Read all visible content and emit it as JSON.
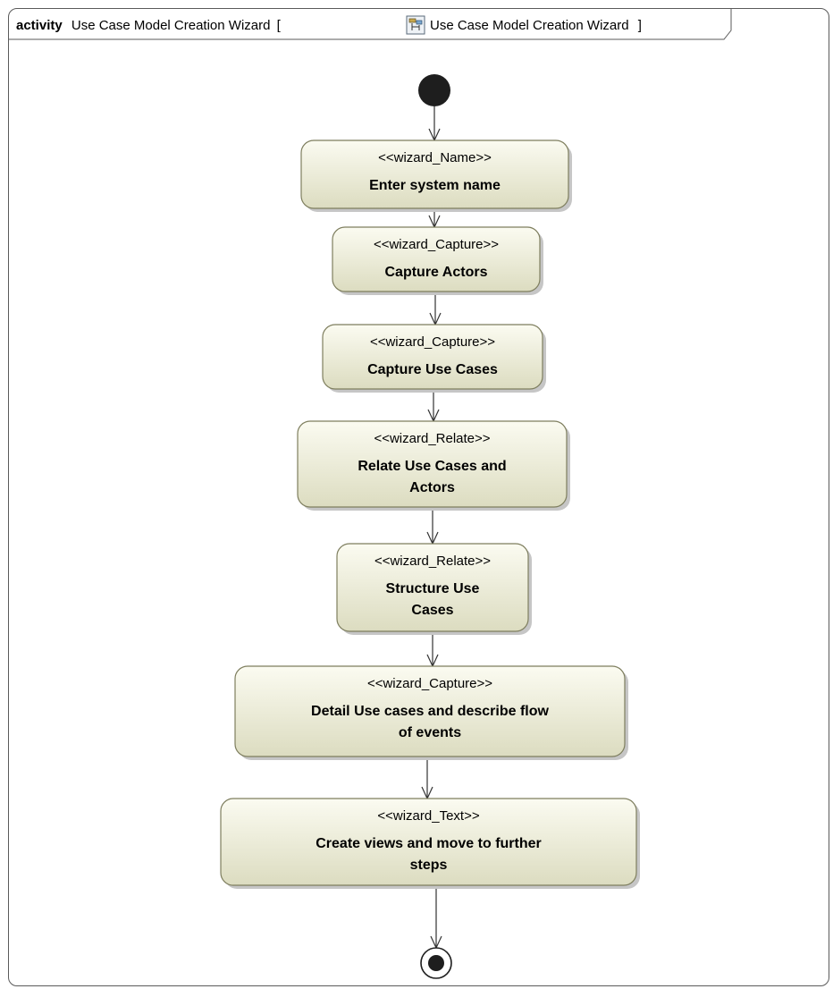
{
  "frame": {
    "keyword": "activity",
    "name": "Use Case Model Creation Wizard",
    "bracket_open": "[",
    "ref_icon": "activity-diagram-icon",
    "ref_name": "Use Case Model Creation Wizard",
    "bracket_close": "]"
  },
  "nodes": [
    {
      "stereotype": "<<wizard_Name>>",
      "lines": [
        "Enter system name"
      ]
    },
    {
      "stereotype": "<<wizard_Capture>>",
      "lines": [
        "Capture Actors"
      ]
    },
    {
      "stereotype": "<<wizard_Capture>>",
      "lines": [
        "Capture Use Cases"
      ]
    },
    {
      "stereotype": "<<wizard_Relate>>",
      "lines": [
        "Relate Use Cases and",
        "Actors"
      ]
    },
    {
      "stereotype": "<<wizard_Relate>>",
      "lines": [
        "Structure Use",
        "Cases"
      ]
    },
    {
      "stereotype": "<<wizard_Capture>>",
      "lines": [
        "Detail Use cases and describe flow",
        "of events"
      ]
    },
    {
      "stereotype": "<<wizard_Text>>",
      "lines": [
        "Create views and move to further",
        "steps"
      ]
    }
  ],
  "colors": {
    "node_fill_top": "#fbfbf1",
    "node_fill_bottom": "#dcdcc0",
    "node_border": "#7e7e5e",
    "shadow": "#c6c6c6",
    "line": "#333333",
    "initial_fill": "#1e1e1e"
  }
}
